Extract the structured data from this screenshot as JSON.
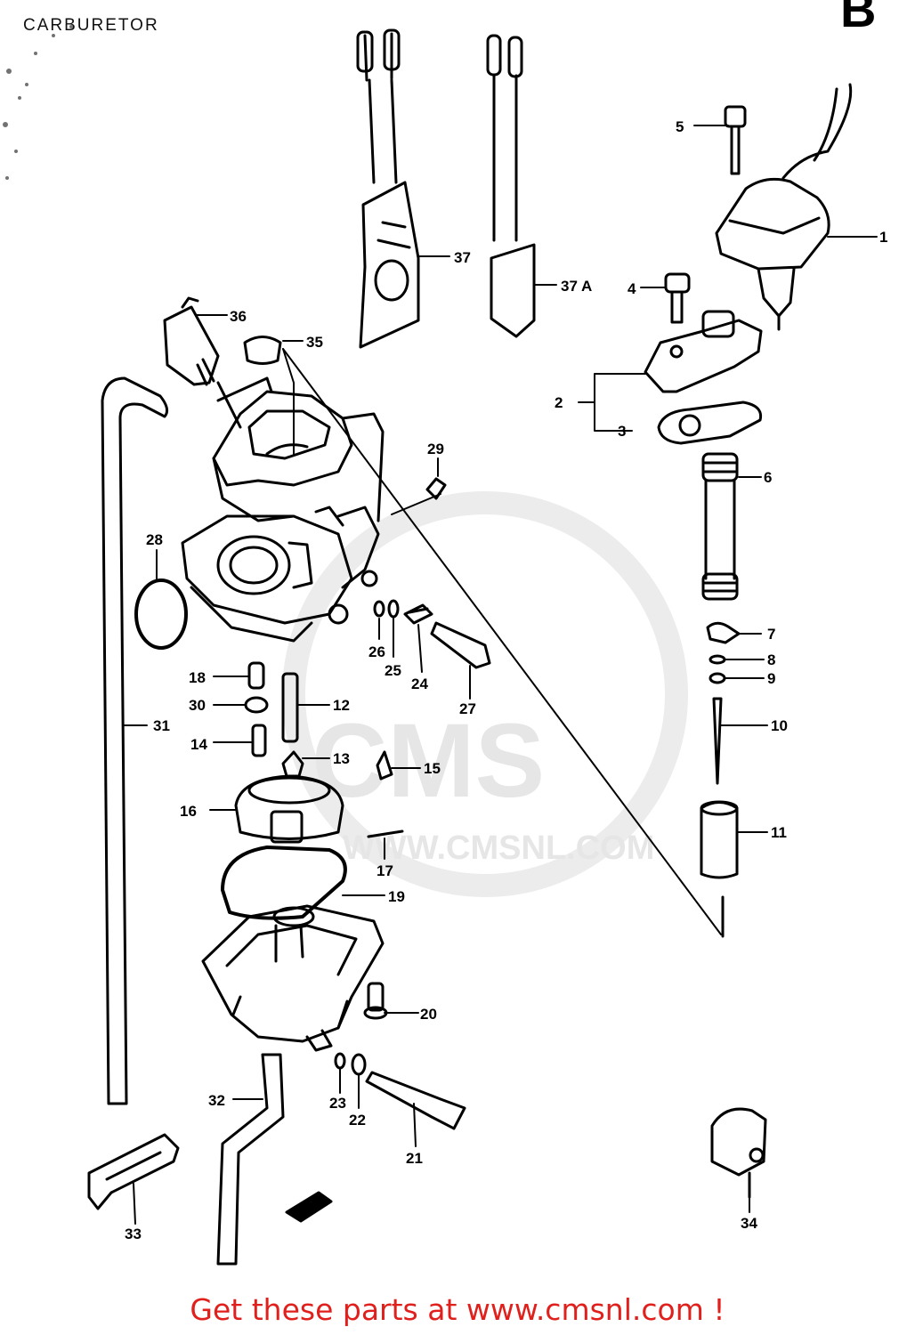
{
  "diagram": {
    "title": "CARBURETOR",
    "corner_text": "B",
    "watermark_brand": "CMS",
    "watermark_url": "WWW.CMSNL.COM",
    "footer_text": "Get these parts at www.cmsnl.com !",
    "part_labels": {
      "p1": "1",
      "p2": "2",
      "p3": "3",
      "p4": "4",
      "p5": "5",
      "p6": "6",
      "p7": "7",
      "p8": "8",
      "p9": "9",
      "p10": "10",
      "p11": "11",
      "p12": "12",
      "p13": "13",
      "p14": "14",
      "p15": "15",
      "p16": "16",
      "p17": "17",
      "p18": "18",
      "p19": "19",
      "p20": "20",
      "p21": "21",
      "p22": "22",
      "p23": "23",
      "p24": "24",
      "p25": "25",
      "p26": "26",
      "p27": "27",
      "p28": "28",
      "p29": "29",
      "p30": "30",
      "p31": "31",
      "p32": "32",
      "p33": "33",
      "p34": "34",
      "p35": "35",
      "p36": "36",
      "p37": "37",
      "p37a": "37 A"
    },
    "colors": {
      "ink": "#000000",
      "footer": "#e0201c",
      "watermark": "#e6e6e6"
    }
  }
}
